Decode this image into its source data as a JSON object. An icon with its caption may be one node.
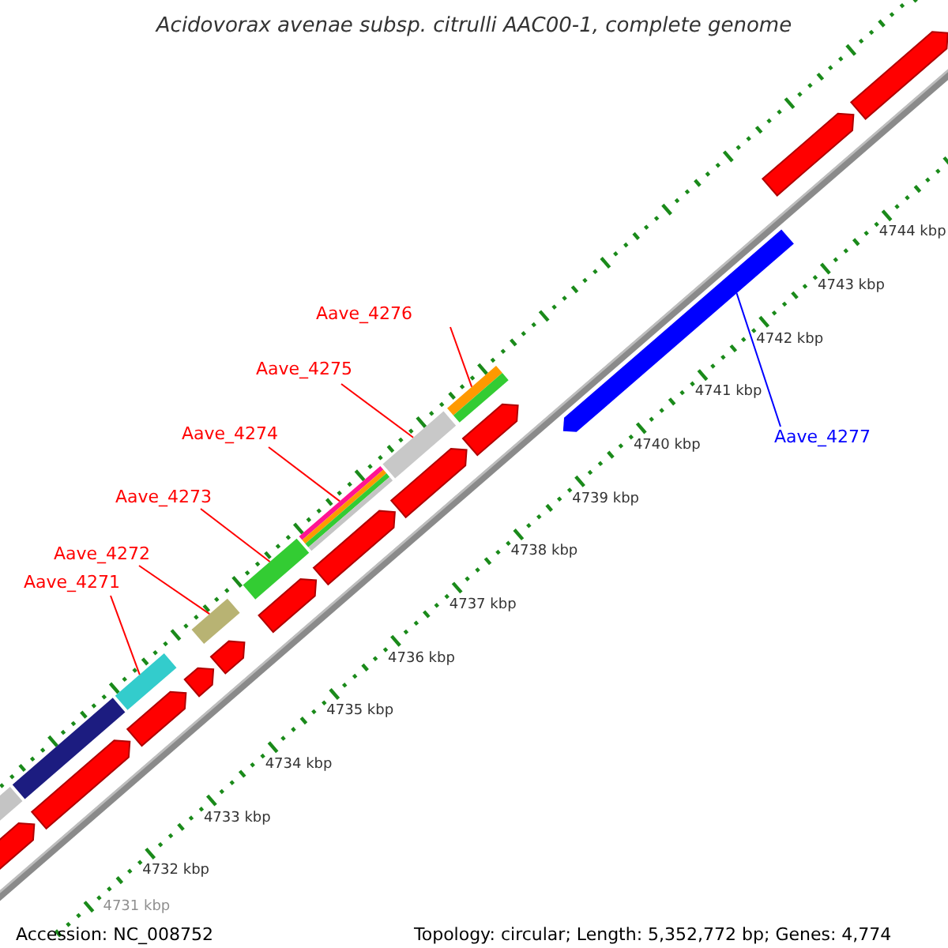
{
  "diagram": {
    "title": "Acidovorax avenae subsp. citrulli AAC00-1, complete genome",
    "nodes": [
      {
        "text": [
          "Aave_4276"
        ]
      },
      {
        "text": [
          "Aave_4275"
        ]
      },
      {
        "text": [
          "Aave_4274"
        ]
      },
      {
        "text": [
          "Aave_4273"
        ]
      },
      {
        "text": [
          "Aave_4272"
        ]
      },
      {
        "text": [
          "Aave_4271"
        ]
      },
      {
        "text": [
          "Aave_4277"
        ]
      },
      {
        "text": [],
        "shape": "bar"
      },
      {
        "text": [],
        "shape": "bar"
      },
      {
        "text": [],
        "shape": "bar"
      },
      {
        "text": [],
        "shape": "bar"
      },
      {
        "text": [],
        "shape": "bar"
      },
      {
        "text": [],
        "shape": "bar"
      },
      {
        "text": [],
        "shape": "arrow"
      }
    ],
    "edges": [
      {
        "from": 5,
        "to": 7,
        "arrow": "none"
      },
      {
        "from": 4,
        "to": 8,
        "arrow": "none"
      },
      {
        "from": 3,
        "to": 9,
        "arrow": "none"
      },
      {
        "from": 2,
        "to": 10,
        "arrow": "none"
      },
      {
        "from": 1,
        "to": 11,
        "arrow": "none"
      },
      {
        "from": 0,
        "to": 12,
        "arrow": "none"
      },
      {
        "from": 6,
        "to": 13,
        "arrow": "none",
        "color": "#0000ff"
      }
    ],
    "labels": [
      "4744 kbp",
      "4743 kbp",
      "4742 kbp",
      "4741 kbp",
      "4740 kbp",
      "4739 kbp",
      "4738 kbp",
      "4737 kbp",
      "4736 kbp",
      "4735 kbp",
      "4734 kbp",
      "4733 kbp",
      "4732 kbp",
      "4731 kbp",
      "Accession: NC_008752",
      "Topology: circular; Length: 5,352,772 bp; Genes: 4,774"
    ]
  }
}
